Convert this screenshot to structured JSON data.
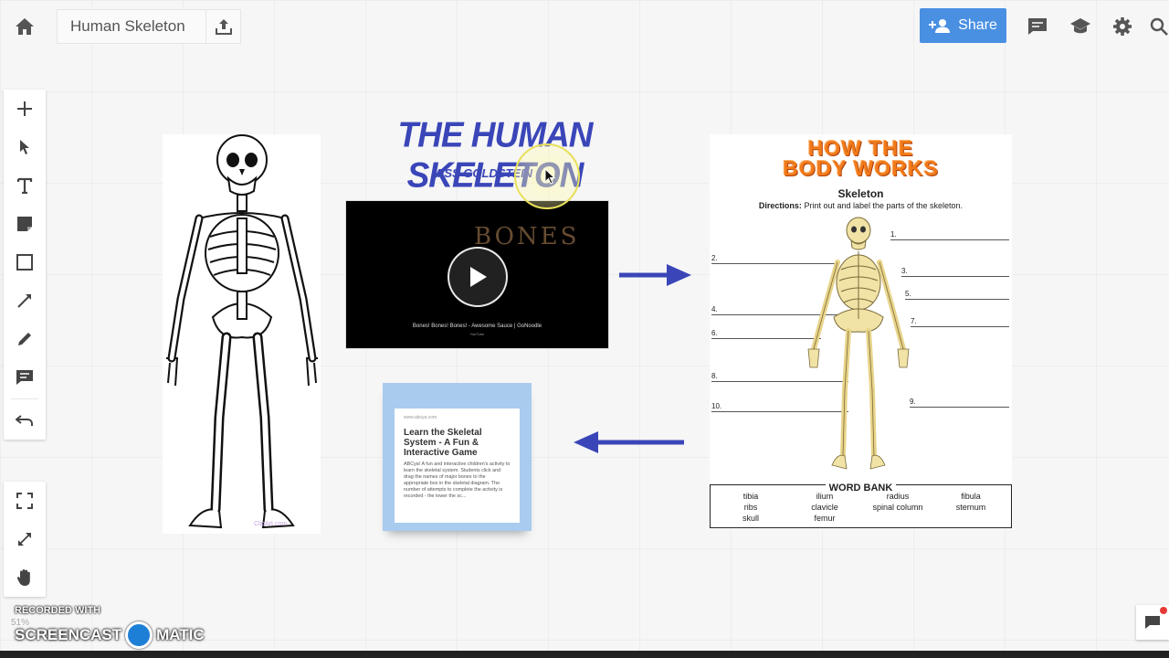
{
  "header": {
    "title": "Human Skeleton",
    "share_label": "Share"
  },
  "slide": {
    "title": "THE HUMAN SKELETON",
    "subtitle": "MISS GOLDSTEIN"
  },
  "video": {
    "overlay_text": "BONES",
    "caption": "Bones! Bones! Bones! - Awesome Sauce | GoNoodle",
    "source": "YouTube"
  },
  "link_card": {
    "url": "www.abcya.com",
    "title": "Learn the Skeletal System - A Fun & Interactive Game",
    "description": "ABCya! A fun and interactive children's activity to learn the skeletal system. Students click and drag the names of major bones to the appropriate box in the skeletal diagram. The number of attempts to complete the activity is recorded - the lower the sc..."
  },
  "skeleton_watermark": "ClipArt.com",
  "worksheet": {
    "heading_line1": "HOW THE",
    "heading_line2": "BODY WORKS",
    "subheading": "Skeleton",
    "directions_label": "Directions:",
    "directions_text": " Print out and label the parts of the skeleton.",
    "labels": [
      "1.",
      "2.",
      "3.",
      "4.",
      "5.",
      "6.",
      "7.",
      "8.",
      "9.",
      "10."
    ],
    "word_bank_title": "WORD BANK",
    "word_bank": {
      "col1": [
        "tibia",
        "ribs",
        "skull"
      ],
      "col2": [
        "ilium",
        "clavicle",
        "femur"
      ],
      "col3": [
        "radius",
        "spinal column"
      ],
      "col4": [
        "fibula",
        "sternum"
      ]
    }
  },
  "watermark": {
    "recorded_with": "RECORDED WITH",
    "brand_left": "SCREENCAST",
    "brand_right": "MATIC"
  },
  "zoom_level": "51%",
  "colors": {
    "share": "#4a90e2",
    "slide_title": "#3a46b8",
    "arrow": "#3a46b8",
    "worksheet_heading": "#f07a1a"
  }
}
